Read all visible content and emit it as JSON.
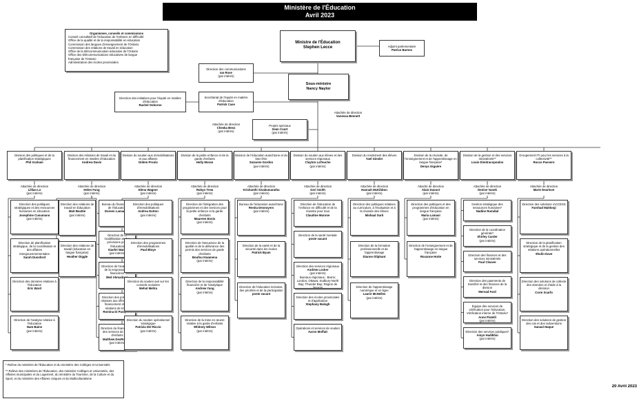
{
  "title": {
    "line1": "Ministère de l'Éducation",
    "line2": "Avril 2023"
  },
  "organisms": {
    "heading": "Organismes, conseils et commissions",
    "items": [
      "Conseil consultatif de l'éducation de l'enfance en difficulté",
      "Office de la qualité et de la responsabilité en éducation",
      "Commission des langues d'enseignement de l'Ontario",
      "Commission des relations de travail en éducation",
      "Office de la télécommunication éducative de l'Ontario",
      "Office des télécommunications éducatives de langue",
      "française de l'Ontario",
      "Administration des écoles provinciales"
    ]
  },
  "minister": {
    "line1": "Ministre de l'Éducation",
    "line2": "Stephen Lecce"
  },
  "pa": {
    "role": "Adjoint parlementaire",
    "name": "Patrice Barnes"
  },
  "comms": {
    "role": "Direction des communications",
    "name": "Ian Rose",
    "note": "(par intérim)"
  },
  "dm": {
    "line1": "Sous-ministre",
    "line2": "Nancy Naylor"
  },
  "equity": {
    "role": "Direction des initiatives pour l'équité en matière d'éducation",
    "name": "Rachel Osborne"
  },
  "secretariat": {
    "role": "Secrétariat de l'équité en matière d'éducation",
    "name": "Patrick Case"
  },
  "dm_exec": {
    "role": "Attachée de direction",
    "name": "Vanessa Bennett"
  },
  "dm_exec2": {
    "role": "Attachée de direction",
    "name": "Cheska Benz",
    "note": "(par intérim)"
  },
  "special": {
    "role": "Projets spéciaux",
    "name": "Sean Court",
    "note": "(par intérim)"
  },
  "divisions": [
    {
      "head": {
        "role": "Division des politiques et de la planification stratégiques",
        "name": "Phil Graham"
      },
      "exec": {
        "role": "Attachée de direction",
        "name": "Lillian Lo",
        "note": "(par intérim)"
      },
      "cols": [
        [
          {
            "role": "Direction des politiques stratégiques et des ressources humaines en éducation",
            "name": "Josephine Cusumano",
            "note": "(par intérim)"
          },
          {
            "role": "Direction de planification stratégique, de la coordination et des affaires intergouvernementales",
            "name": "Sarah Dunsford"
          },
          {
            "role": "Direction des données relatives à l'éducation",
            "name": "Eric Ward"
          },
          {
            "role": "Direction de l'analyse relative à l'éducation",
            "name": "Nam Bains",
            "note": "(par intérim)"
          }
        ]
      ]
    },
    {
      "head": {
        "role": "Division des relations de travail et du financement en matière d'éducation",
        "name": "Andrew Davis"
      },
      "exec": {
        "role": "Attachée de direction",
        "name": "Helen Fang",
        "note": "(par intérim)"
      },
      "cols": [
        [
          {
            "role": "Direction des relations de travail en Éducation",
            "name": "Matt Beattie",
            "note": "(par intérim)"
          },
          {
            "role": "Direction des relations de travail (éducation en langue française)",
            "name": "Heather Diggle"
          }
        ],
        [
          {
            "role": "Bureau du financement de l'éducation",
            "name": "Doreen Lamarche"
          },
          {
            "role": "Direction de la modélisation et des prévisions pour l'éducation",
            "name": "Xiaofei Wang",
            "note": "(par intérim)"
          },
          {
            "role": "Direction de l'analyse et de la responsabilité financières",
            "name": "Med Ahmadoun"
          },
          {
            "role": "Direction des politiques relatives aux effectifs, au financement et aux relations de travail",
            "name": "Romina Di Pasquale"
          },
          {
            "role": "Direction du financement des services de garde d'enfants",
            "name": "Matthew DesRosiers",
            "note": "(par intérim)"
          }
        ]
      ]
    },
    {
      "head": {
        "role": "Division du soutien aux immobilisations et aux affaires",
        "name": "Didem Proulx"
      },
      "exec": {
        "role": "Attachée de direction",
        "name": "Elena Wagner",
        "note": "(par intérim)"
      },
      "cols": [
        [
          {
            "role": "Direction des politiques d'immobilisations",
            "name": "Andrea Dutton",
            "note": "(par intérim)"
          },
          {
            "role": "Direction des programmes d'immobilisations",
            "name": "Paul Bloye"
          },
          {
            "role": "Direction du soutien axé sur les conseils scolaires",
            "name": "Mehul Mehta"
          },
          {
            "role": "Direction du soutien opérationnel stratégique",
            "name": "Patrizia Del Riccio",
            "note": "(par intérim)"
          }
        ]
      ]
    },
    {
      "head": {
        "role": "Division de la petite enfance et de la garde d'enfants",
        "name": "Holly Moran"
      },
      "exec": {
        "role": "Attachée de direction",
        "name": "Robyn Trew",
        "note": "(par intérim)"
      },
      "cols": [
        [
          {
            "role": "Direction de l'intégration des programmes et des services pour la petite enfance et la garde d'enfants",
            "name": "Maureen Ennis",
            "note": "(par intérim)"
          },
          {
            "role": "Direction de l'assurance de la qualité et de la délivrance des permis des services de garde d'enfants",
            "name": "Boufou Kwamena",
            "note": "(par intérim)"
          },
          {
            "role": "Direction de la responsabilité financière et de l'analytique",
            "name": "Andrew Yang",
            "note": "(par intérim)"
          },
          {
            "role": "Direction de la mise en œuvre relative à la garde d'enfants",
            "name": "Whitney Wilson",
            "note": "(par intérim)"
          }
        ]
      ]
    },
    {
      "head": {
        "role": "Division de l'éducation autochtone et du bien-être",
        "name": "Suzanne Gordon",
        "note": "(par intérim)"
      },
      "exec": {
        "role": "Attachée de direction",
        "name": "Krishanthi Sivakumaratha",
        "note": "(par intérim)"
      },
      "cols": [
        [
          {
            "role": "Bureau de l'éducation autochtone",
            "name": "Renita Desnoyers",
            "note": "(par intérim)"
          },
          {
            "role": "Direction de la santé et de la sécurité dans les écoles",
            "name": "Patrick Byam"
          },
          {
            "role": "Direction de l'éducation inclusive, des priorités et de la participation",
            "name": "poste vacant"
          }
        ]
      ]
    },
    {
      "head": {
        "role": "Division du soutien aux élèves et des services régionaux",
        "name": "Clayton LaTouche",
        "note": "(par intérim)"
      },
      "exec": {
        "role": "Attachée de direction",
        "name": "Geri Smith",
        "note": "(par intérim)"
      },
      "cols": [
        [
          {
            "role": "Direction de l'éducation de l'enfance en difficulté et de la réussite pour tous",
            "name": "Claudine Munroe"
          },
          {
            "role": "Direction de la santé mentale",
            "name": "poste vacant"
          },
          {
            "role": "Direction des services régionaux",
            "name": "Andrew Locker",
            "note": "(par intérim)",
            "extra": "Bureaux régionaux : Barrie; London; Ottawa; Sudbury-North Bay; Thunder Bay; Région de Toronto"
          },
          {
            "role": "Direction des écoles provinciales et d'application",
            "name": "Stephany Balogh"
          },
          {
            "role": "Opérations et services de soutien",
            "name": "Aaron Moffatt"
          }
        ]
      ]
    },
    {
      "head": {
        "role": "Division du rendement des élèves",
        "name": "Yael Ginsler"
      },
      "exec": {
        "role": "Attachée de direction",
        "name": "Hannah McKibbon",
        "note": "(par intérim)"
      },
      "cols": [
        [
          {
            "role": "Direction des politiques relatives au curriculum, à l'évaluation et à la réussite des élèves",
            "name": "Mishaal Surti"
          },
          {
            "role": "Direction de la formation professionnelle et de l'apprentissage",
            "name": "Dianne Oliphant"
          },
          {
            "role": "Direction de l'apprentissage numérique et en ligne",
            "name": "Laurie McNelles",
            "note": "(par intérim)"
          }
        ]
      ]
    },
    {
      "head": {
        "role": "Division de la réussite, de l'enseignement et de l'apprentissage en langue française*",
        "name": "Denys Giguère"
      },
      "exec": {
        "role": "Attaché de direction",
        "name": "Alain Daoust",
        "note": "(par intérim)"
      },
      "cols": [
        [
          {
            "role": "Direction des politiques et des programmes d'éducation en langue française",
            "name": "Maria Lamani",
            "note": "(par intérim)"
          },
          {
            "role": "Direction de l'enseignement et de l'apprentissage en langue française",
            "name": "Roxanne Hotte"
          }
        ]
      ]
    },
    {
      "head": {
        "role": "Division de la gestion et des services ministériels**",
        "name": "Louis Dimitracopoulos"
      },
      "exec": {
        "role": "Attachée de direction",
        "name": "Denise Vanek",
        "note": "(par intérim)"
      },
      "cols": [
        [
          {
            "role": "Gestion stratégique des ressources humaines*",
            "name": "Nadine Rumdial"
          },
          {
            "role": "Direction de la coordination générale*",
            "name": "Shirley Carder",
            "note": "(par intérim)"
          },
          {
            "role": "Direction des finances et des services ministériels",
            "name": "Paul Cleaver"
          },
          {
            "role": "Direction des paiements de transfert et des finances de la division",
            "name": "Mervad Fard"
          },
          {
            "role": "Équipe des services de vérification pour l'éducation, Vérification interne de l'Ontario*",
            "name": "Anne Piatelli",
            "note": "(par intérim)"
          },
          {
            "role": "Direction des services juridiques*",
            "name": "Amyn Hadibhai",
            "note": "(par intérim)"
          }
        ]
      ]
    },
    {
      "head": {
        "role": "Groupement ITI pour les services à la collectivité**",
        "name": "Rocco Passero"
      },
      "exec": {
        "role": "Attachée de direction",
        "name": "Marie Dearlove"
      },
      "cols": [
        [
          {
            "role": "Direction des solutions IACCESS",
            "name": "Farshad Mahlooji"
          },
          {
            "role": "Direction de la planification stratégique et de la gestion des relations opérationnelles",
            "name": "Shulin Dave"
          },
          {
            "role": "Direction des solutions de collecte des données et d'aide à la décision",
            "name": "Corm Scarfo"
          },
          {
            "role": "Direction des solutions de gestion des cas et des subventions",
            "name": "Sanaul Haque"
          }
        ]
      ]
    }
  ],
  "footnotes": {
    "f1": "* Relève du ministère de l'Éducation et du ministère des Collèges et Universités",
    "f2": "** Relève des ministères de l'Éducation, des ministère Collèges et Universités, des Affaires municipales et du Logement, du ministère du Tourisme, de la Culture et du Sport, et du ministère des Affaires civiques et du Multiculturalisme"
  },
  "date": "20 Avril 2023"
}
